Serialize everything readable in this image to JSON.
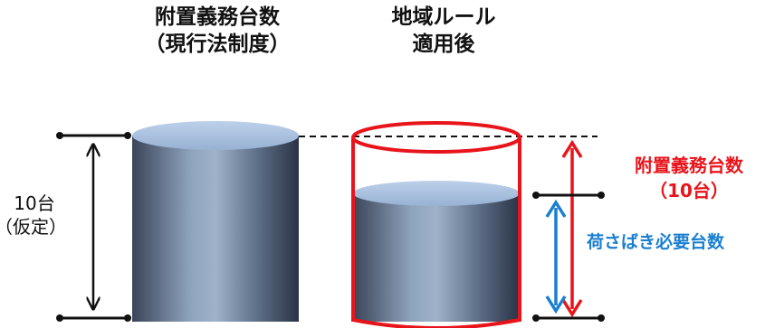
{
  "headings": {
    "current": {
      "line1": "附置義務台数",
      "line2": "（現行法制度）"
    },
    "local_rule": {
      "line1": "地域ルール",
      "line2": "適用後"
    }
  },
  "labels": {
    "left_count": {
      "line1": "10台",
      "line2": "（仮定）"
    },
    "required": {
      "line1": "附置義務台数",
      "line2": "（10台）"
    },
    "loading": "荷さばき必要台数"
  },
  "colors": {
    "red": "#e8141b",
    "blue": "#1a7fd0",
    "cylinder_top": "#a9c0de",
    "cylinder_body_dark": "#2c3547",
    "cylinder_body_light": "#9fb2c9",
    "black": "#111111"
  }
}
